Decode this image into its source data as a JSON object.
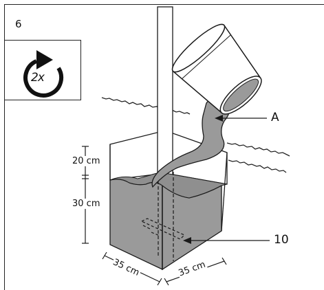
{
  "step": {
    "number": "6"
  },
  "repeat": {
    "count_text": "2x",
    "icon": "rotate-clockwise-icon"
  },
  "callouts": {
    "a": "A",
    "part": "10"
  },
  "dimensions": {
    "top_height": "20 cm",
    "bottom_height": "30 cm",
    "width_left": "35 cm",
    "width_right": "35 cm"
  },
  "colors": {
    "concrete": "#9a9a9a",
    "line": "#1a1a1a"
  }
}
